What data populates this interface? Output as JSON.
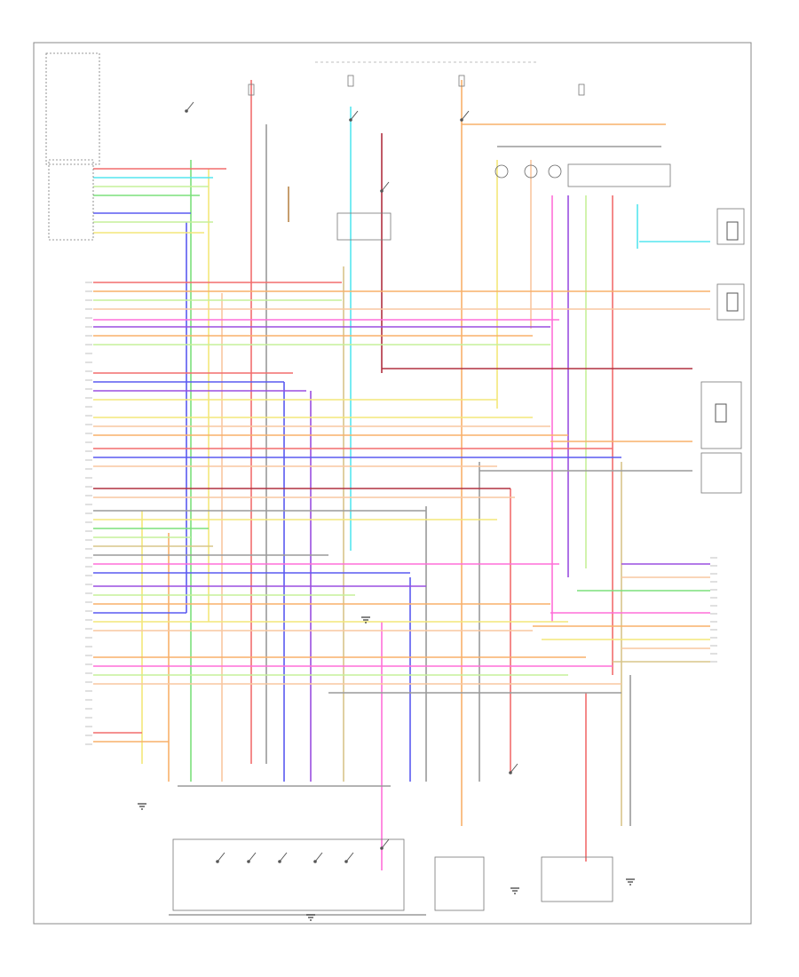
{
  "page_id": "",
  "colors": {
    "frame": "#888888",
    "ground_wire": "#333333",
    "red": "#f26d6d",
    "blue": "#5a5af0",
    "green": "#7be07b",
    "yellow": "#f3e77a",
    "pink": "#ff6fd8",
    "orange": "#f8b06a",
    "cyan": "#55e6ef",
    "purple": "#9a4ee0",
    "brown": "#b8864a",
    "light_green": "#c6f09a",
    "dark_red": "#b03040",
    "peach": "#f9c7a0",
    "tan": "#d8c58a",
    "gray": "#9a9a9a"
  },
  "wire_colors": [
    "red",
    "blue",
    "green",
    "yellow",
    "pink",
    "orange",
    "cyan",
    "purple",
    "brown",
    "light_green",
    "dark_red",
    "peach",
    "tan",
    "gray"
  ],
  "icons": [
    "ground-icon",
    "switch-icon",
    "connector-icon",
    "solenoid-icon",
    "fuse-icon"
  ]
}
